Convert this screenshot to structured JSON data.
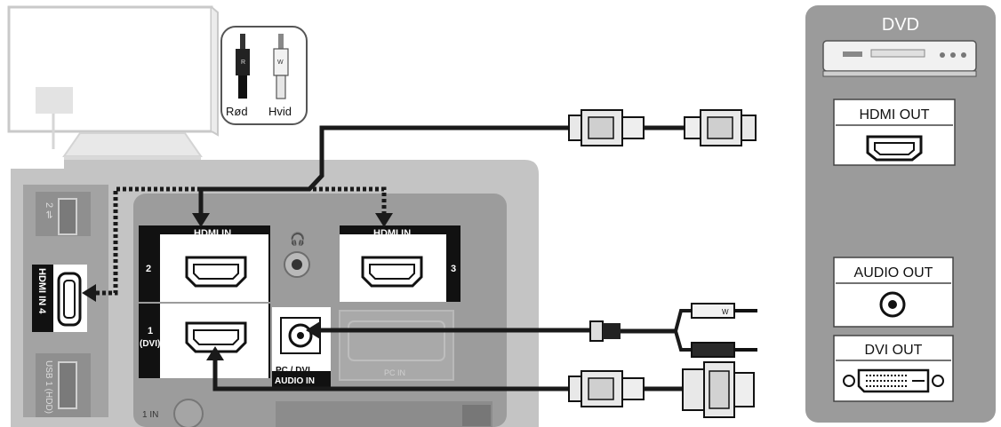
{
  "cable_legend": {
    "red": "Rød",
    "white": "Hvid",
    "red_plug_letter": "R",
    "white_plug_letter": "W"
  },
  "tv_panel": {
    "hdmi_in_top_left": {
      "label": "HDMI IN",
      "number": "2"
    },
    "hdmi_in_top_right": {
      "label": "HDMI IN",
      "number": "3"
    },
    "hdmi_in_bottom": {
      "number": "1",
      "sub": "(DVI)"
    },
    "pc_dvi_audio_in": {
      "line1": "PC / DVI",
      "line2": "AUDIO IN"
    },
    "pc_in": "PC IN",
    "side_hdmi4": "HDMI IN 4",
    "side_usb2": "2 ⇌",
    "side_usb1": "USB 1 (HDD)",
    "partial_in": "1 IN"
  },
  "dvd_panel": {
    "title": "DVD",
    "hdmi_out": "HDMI OUT",
    "audio_out": "AUDIO OUT",
    "dvi_out": "DVI OUT"
  },
  "colors": {
    "panel_gray": "#c2c2c2",
    "inner_gray": "#9a9a9a",
    "cable": "#1a1a1a",
    "dvd_panel": "#9b9b9b"
  }
}
